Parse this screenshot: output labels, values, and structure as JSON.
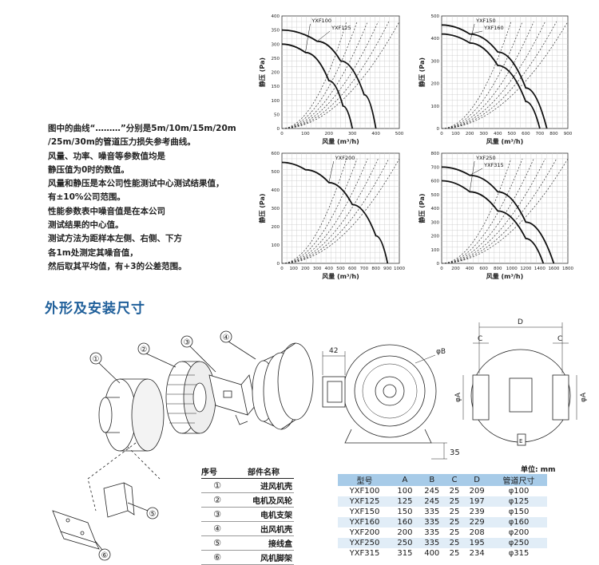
{
  "chart_data": [
    {
      "type": "line",
      "xlabel": "风量 (m³/h)",
      "ylabel": "静压 (Pa)",
      "xlim": [
        0,
        500
      ],
      "ylim": [
        0,
        400
      ],
      "xticks": [
        0,
        100,
        200,
        300,
        400,
        500
      ],
      "yticks": [
        0,
        50,
        100,
        150,
        200,
        250,
        300,
        350,
        400
      ],
      "grid": true,
      "series": [
        {
          "name": "YXF100",
          "x": [
            0,
            100,
            200,
            260,
            300
          ],
          "y": [
            300,
            270,
            170,
            80,
            0
          ]
        },
        {
          "name": "YXF125",
          "x": [
            0,
            150,
            250,
            350,
            400
          ],
          "y": [
            350,
            310,
            240,
            120,
            0
          ]
        }
      ]
    },
    {
      "type": "line",
      "xlabel": "风量 (m³/h)",
      "ylabel": "静压 (Pa)",
      "xlim": [
        0,
        900
      ],
      "ylim": [
        0,
        500
      ],
      "xticks": [
        0,
        100,
        200,
        300,
        400,
        500,
        600,
        700,
        800,
        900
      ],
      "yticks": [
        0,
        100,
        200,
        300,
        400,
        500
      ],
      "grid": true,
      "series": [
        {
          "name": "YXF150",
          "x": [
            0,
            200,
            400,
            600,
            700
          ],
          "y": [
            420,
            380,
            280,
            120,
            0
          ]
        },
        {
          "name": "YXF160",
          "x": [
            0,
            200,
            400,
            600,
            750
          ],
          "y": [
            460,
            420,
            340,
            180,
            0
          ]
        }
      ]
    },
    {
      "type": "line",
      "xlabel": "风量 (m³/h)",
      "ylabel": "静压 (Pa)",
      "xlim": [
        0,
        1000
      ],
      "ylim": [
        0,
        600
      ],
      "xticks": [
        0,
        100,
        200,
        300,
        400,
        500,
        600,
        700,
        800,
        900,
        1000
      ],
      "yticks": [
        0,
        100,
        200,
        300,
        400,
        500,
        600
      ],
      "grid": true,
      "series": [
        {
          "name": "YXF200",
          "x": [
            0,
            200,
            400,
            600,
            800,
            900
          ],
          "y": [
            550,
            510,
            440,
            320,
            150,
            0
          ]
        }
      ]
    },
    {
      "type": "line",
      "xlabel": "风量 (m³/h)",
      "ylabel": "静压 (Pa)",
      "xlim": [
        0,
        1800
      ],
      "ylim": [
        0,
        800
      ],
      "xticks": [
        0,
        200,
        400,
        600,
        800,
        1000,
        1200,
        1400,
        1600,
        1800
      ],
      "yticks": [
        0,
        100,
        200,
        300,
        400,
        500,
        600,
        700,
        800
      ],
      "grid": true,
      "series": [
        {
          "name": "YXF250",
          "x": [
            0,
            400,
            800,
            1200,
            1450
          ],
          "y": [
            600,
            520,
            380,
            180,
            0
          ]
        },
        {
          "name": "YXF315",
          "x": [
            0,
            400,
            800,
            1200,
            1600
          ],
          "y": [
            700,
            640,
            520,
            300,
            0
          ]
        }
      ]
    }
  ],
  "notes": [
    "图中的曲线“………”分别是5m/10m/15m/20m",
    "/25m/30m的管道压力损失参考曲线。",
    "风量、功率、噪音等参数值均是",
    "静压值为0时的数值。",
    "风量和静压是本公司性能测试中心测试结果值，",
    "有±10%公司范围。",
    "性能参数表中噪音值是在本公司",
    "测试结果的中心值。",
    "测试方法为距样本左侧、右侧、下方",
    "各1m处测定其噪音值，",
    "然后取其平均值，有+3的公差范围。"
  ],
  "section_title": "外形及安装尺寸",
  "diagram": {
    "callouts": [
      "①",
      "②",
      "③",
      "④",
      "⑤",
      "⑥"
    ],
    "dims": {
      "d42": "42",
      "phiB": "φB",
      "h35": "35",
      "D": "D",
      "C1": "C",
      "C2": "C",
      "phiA1": "φA",
      "phiA2": "φA",
      "E": "E"
    }
  },
  "parts_table": {
    "headers": [
      "序号",
      "部件名称"
    ],
    "rows": [
      {
        "no": "①",
        "name": "进风机壳"
      },
      {
        "no": "②",
        "name": "电机及风轮"
      },
      {
        "no": "③",
        "name": "电机支架"
      },
      {
        "no": "④",
        "name": "出风机壳"
      },
      {
        "no": "⑤",
        "name": "接线盒"
      },
      {
        "no": "⑥",
        "name": "风机脚架"
      }
    ]
  },
  "dims_table": {
    "unit": "单位: mm",
    "headers": [
      "型号",
      "A",
      "B",
      "C",
      "D",
      "管道尺寸"
    ],
    "rows": [
      [
        "YXF100",
        "100",
        "245",
        "25",
        "209",
        "φ100"
      ],
      [
        "YXF125",
        "125",
        "245",
        "25",
        "197",
        "φ125"
      ],
      [
        "YXF150",
        "150",
        "335",
        "25",
        "239",
        "φ150"
      ],
      [
        "YXF160",
        "160",
        "335",
        "25",
        "229",
        "φ160"
      ],
      [
        "YXF200",
        "200",
        "335",
        "25",
        "208",
        "φ200"
      ],
      [
        "YXF250",
        "250",
        "335",
        "25",
        "195",
        "φ250"
      ],
      [
        "YXF315",
        "315",
        "400",
        "25",
        "234",
        "φ315"
      ]
    ]
  }
}
